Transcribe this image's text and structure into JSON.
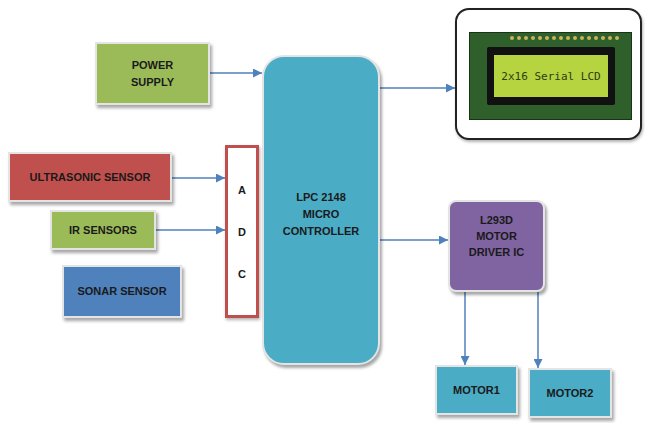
{
  "diagram": {
    "nodes": [
      {
        "text": [
          "POWER SUPPLY"
        ]
      },
      {
        "text": [
          "LPC 2148 MICRO CONTROLLER"
        ]
      },
      {
        "text": [
          "2x16 Serial LCD"
        ]
      },
      {
        "text": [
          "ULTRASONIC SENSOR"
        ]
      },
      {
        "text": [
          "A D C"
        ]
      },
      {
        "text": [
          "IR SENSORS"
        ]
      },
      {
        "text": [
          "SONAR SENSOR"
        ]
      },
      {
        "text": [
          "L293D MOTOR DRIVER IC"
        ]
      },
      {
        "text": [
          "MOTOR1"
        ]
      },
      {
        "text": [
          "MOTOR2"
        ]
      }
    ],
    "edges": [
      {
        "from": 0,
        "to": 1,
        "arrow": "to"
      },
      {
        "from": 1,
        "to": 2,
        "arrow": "to"
      },
      {
        "from": 3,
        "to": 4,
        "arrow": "to"
      },
      {
        "from": 5,
        "to": 4,
        "arrow": "to"
      },
      {
        "from": 1,
        "to": 7,
        "arrow": "to"
      },
      {
        "from": 7,
        "to": 8,
        "arrow": "to"
      },
      {
        "from": 7,
        "to": 9,
        "arrow": "to"
      }
    ]
  }
}
